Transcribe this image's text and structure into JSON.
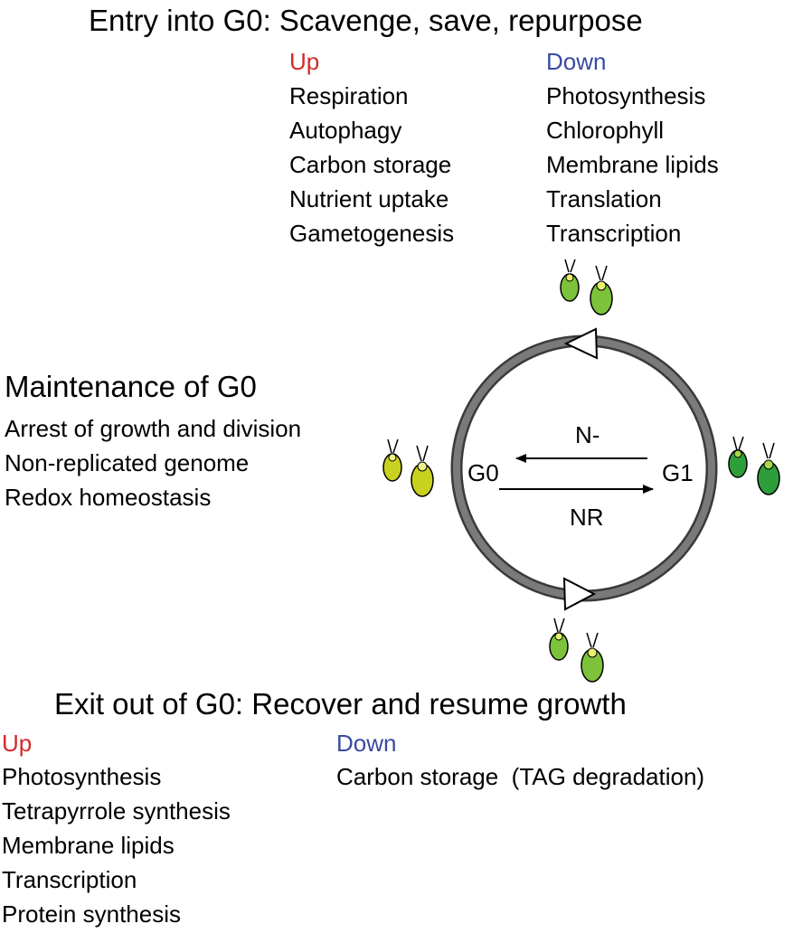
{
  "entry": {
    "title": "Entry into G0: Scavenge, save, repurpose",
    "up_label": "Up",
    "down_label": "Down",
    "up": [
      "Respiration",
      "Autophagy",
      "Carbon storage",
      "Nutrient uptake",
      "Gametogenesis"
    ],
    "down": [
      "Photosynthesis",
      "Chlorophyll",
      "Membrane lipids",
      "Translation",
      "Transcription"
    ]
  },
  "maintenance": {
    "title": "Maintenance of G0",
    "items": [
      "Arrest of growth and division",
      "Non-replicated genome",
      "Redox homeostasis"
    ]
  },
  "cycle": {
    "g0_label": "G0",
    "g1_label": "G1",
    "to_g0_label": "N-",
    "to_g1_label": "NR"
  },
  "exit": {
    "title": "Exit out of G0: Recover and resume growth",
    "up_label": "Up",
    "down_label": "Down",
    "up": [
      "Photosynthesis",
      "Tetrapyrrole synthesis",
      "Membrane lipids",
      "Transcription",
      "Protein synthesis"
    ],
    "down": [
      "Carbon storage  (TAG degradation)"
    ]
  },
  "colors": {
    "up": "#d42a2a",
    "down": "#3a4aa0",
    "g0_cell": "#c8d21e",
    "g1_cell": "#2e9e3a",
    "transition_cell": "#7cc23a",
    "ring": "#6b6b6b"
  },
  "icons": [
    "cell-icon",
    "triangle-arrow-icon"
  ]
}
